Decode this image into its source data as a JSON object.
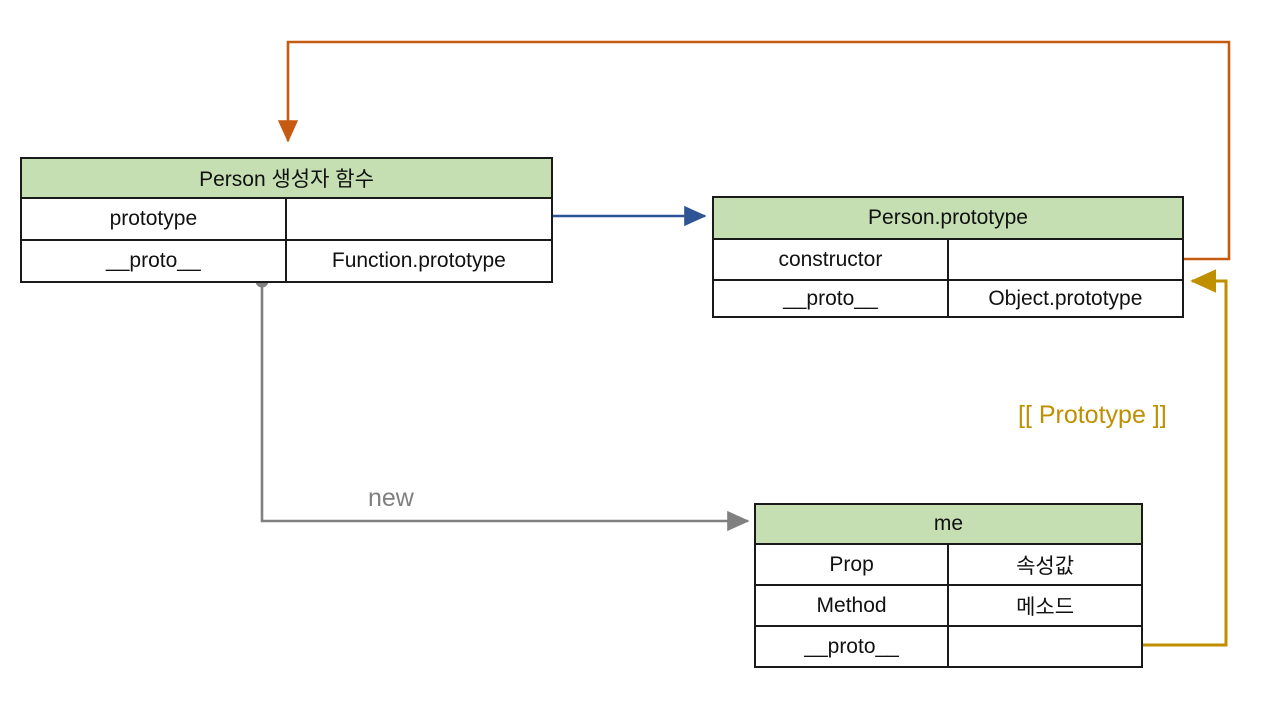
{
  "diagram": {
    "title": "JavaScript prototype chain diagram",
    "colors": {
      "header_green": "#c5dfb3",
      "blue": "#2f5496",
      "orange": "#c55a11",
      "gold": "#bf8f00",
      "gray": "#808080",
      "border": "#1a1a1a"
    },
    "tables": {
      "person_ctor": {
        "header": "Person 생성자 함수",
        "rows": [
          {
            "key": "prototype",
            "value": ""
          },
          {
            "key": "__proto__",
            "value": "Function.prototype"
          }
        ]
      },
      "person_prototype": {
        "header": "Person.prototype",
        "rows": [
          {
            "key": "constructor",
            "value": ""
          },
          {
            "key": "__proto__",
            "value": "Object.prototype"
          }
        ]
      },
      "me": {
        "header": "me",
        "rows": [
          {
            "key": "Prop",
            "value": "속성값"
          },
          {
            "key": "Method",
            "value": "메소드"
          },
          {
            "key": "__proto__",
            "value": ""
          }
        ]
      }
    },
    "edges": {
      "new_label": "new",
      "prototype_label": "[[ Prototype ]]"
    }
  }
}
